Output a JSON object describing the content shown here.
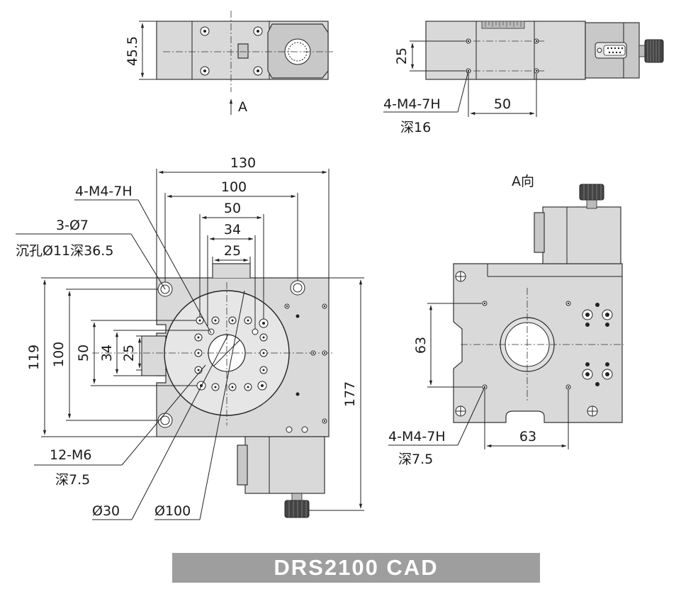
{
  "top_view": {
    "height_label": "45.5",
    "section_label": "A"
  },
  "side_view": {
    "height_label": "25",
    "width_label": "50",
    "hole_label": "4-M4-7H",
    "depth_label": "深16"
  },
  "plan_view": {
    "width_130": "130",
    "width_100": "100",
    "width_50": "50",
    "width_34": "34",
    "width_25": "25",
    "height_119": "119",
    "height_100": "100",
    "height_50": "50",
    "height_34": "34",
    "height_25": "25",
    "length_177": "177",
    "hole_m4": "4-M4-7H",
    "hole_d7": "3-Ø7",
    "counterbore": "沉孔Ø11深36.5",
    "hole_m6": "12-M6",
    "m6_depth": "深7.5",
    "dia_30": "Ø30",
    "dia_100": "Ø100"
  },
  "a_view": {
    "title": "A向",
    "height_label": "63",
    "width_label": "63",
    "hole_label": "4-M4-7H",
    "depth_label": "深7.5"
  },
  "banner": {
    "title": "DRS2100 CAD",
    "color": "#9e9e9e"
  }
}
